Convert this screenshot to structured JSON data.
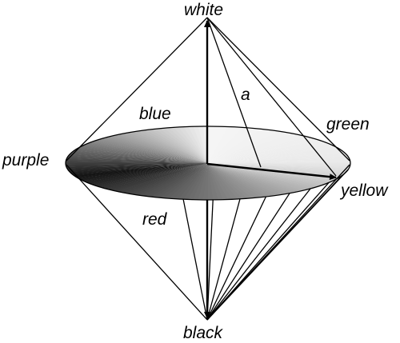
{
  "labels": {
    "white": "white",
    "black": "black",
    "blue": "blue",
    "green": "green",
    "purple": "purple",
    "yellow": "yellow",
    "red": "red",
    "a": "a"
  },
  "colors": {
    "ink": "#000000",
    "background": "#ffffff",
    "disk_dark": "#101010",
    "disk_light": "#f6f6f6"
  }
}
